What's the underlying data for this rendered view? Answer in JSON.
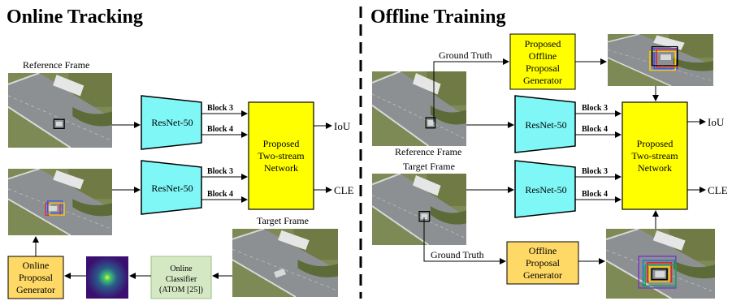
{
  "titles": {
    "online": "Online Tracking",
    "offline": "Offline Training"
  },
  "online": {
    "reference_frame": "Reference Frame",
    "target_frame": "Target Frame",
    "resnet_top": "ResNet-50",
    "resnet_bottom": "ResNet-50",
    "block3_top": "Block 3",
    "block4_top": "Block 4",
    "block3_bottom": "Block 3",
    "block4_bottom": "Block 4",
    "network": [
      "Proposed",
      "Two-stream",
      "Network"
    ],
    "iou": "IoU",
    "cle": "CLE",
    "classifier": [
      "Online",
      "Classifier",
      "(ATOM [25])"
    ],
    "proposal_generator": [
      "Online",
      "Proposal",
      "Generator"
    ]
  },
  "offline": {
    "ground_truth_top": "Ground Truth",
    "ground_truth_bottom": "Ground Truth",
    "reference_frame": "Reference Frame",
    "target_frame": "Target Frame",
    "proposed_generator": [
      "Proposed",
      "Offline",
      "Proposal",
      "Generator"
    ],
    "resnet_top": "ResNet-50",
    "resnet_bottom": "ResNet-50",
    "block3_top": "Block 3",
    "block4_top": "Block 4",
    "block3_bottom": "Block 3",
    "block4_bottom": "Block 4",
    "network": [
      "Proposed",
      "Two-stream",
      "Network"
    ],
    "iou": "IoU",
    "cle": "CLE",
    "offline_generator": [
      "Offline",
      "Proposal",
      "Generator"
    ]
  },
  "colors": {
    "resnet": "#7ff7f7",
    "network": "#ffff00",
    "proposal_generator": "#ffd966",
    "classifier": "#d5e8c4",
    "heatmap": "#3b0f70",
    "road": "#8a8d8f",
    "grass": "#7a8a4a"
  }
}
